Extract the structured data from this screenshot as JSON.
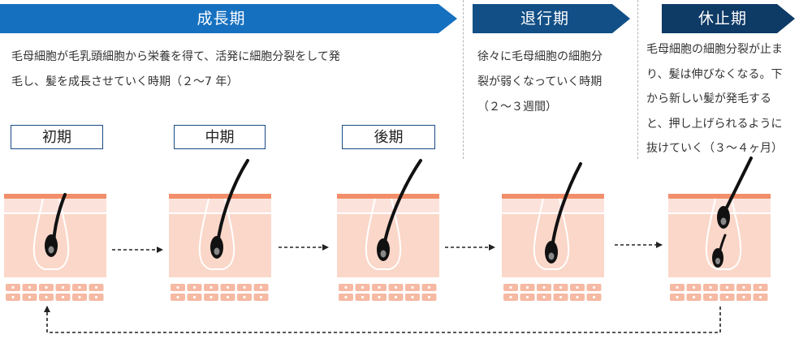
{
  "phases": {
    "growth": {
      "title": "成長期",
      "desc_line1": "毛母細胞が毛乳頭細胞から栄養を得て、活発に細胞分裂をして発",
      "desc_line2": "毛し、髪を成長させていく時期（２〜7 年）",
      "stages": [
        "初期",
        "中期",
        "後期"
      ]
    },
    "regression": {
      "title": "退行期",
      "desc_lines": [
        "徐々に毛母細胞の細胞分",
        "裂が弱くなっていく時期",
        "（２〜３週間）"
      ]
    },
    "resting": {
      "title": "休止期",
      "desc_lines": [
        "毛母細胞の細胞分裂が止ま",
        "り、髪は伸びなくなる。下",
        "から新しい髪が発毛する",
        "と、押し上げられるように",
        "抜けていく（３〜４ヶ月）"
      ]
    }
  },
  "colors": {
    "banner_growth": "#1670c0",
    "banner_regression": "#124f86",
    "banner_resting": "#0e3a66",
    "skin_top": "#f28f6a",
    "skin_layer": "#fbe3dc",
    "skin_dermis": "#fbd7c9",
    "cell": "#f6b9a3",
    "hair": "#111111",
    "papilla": "#888888"
  }
}
